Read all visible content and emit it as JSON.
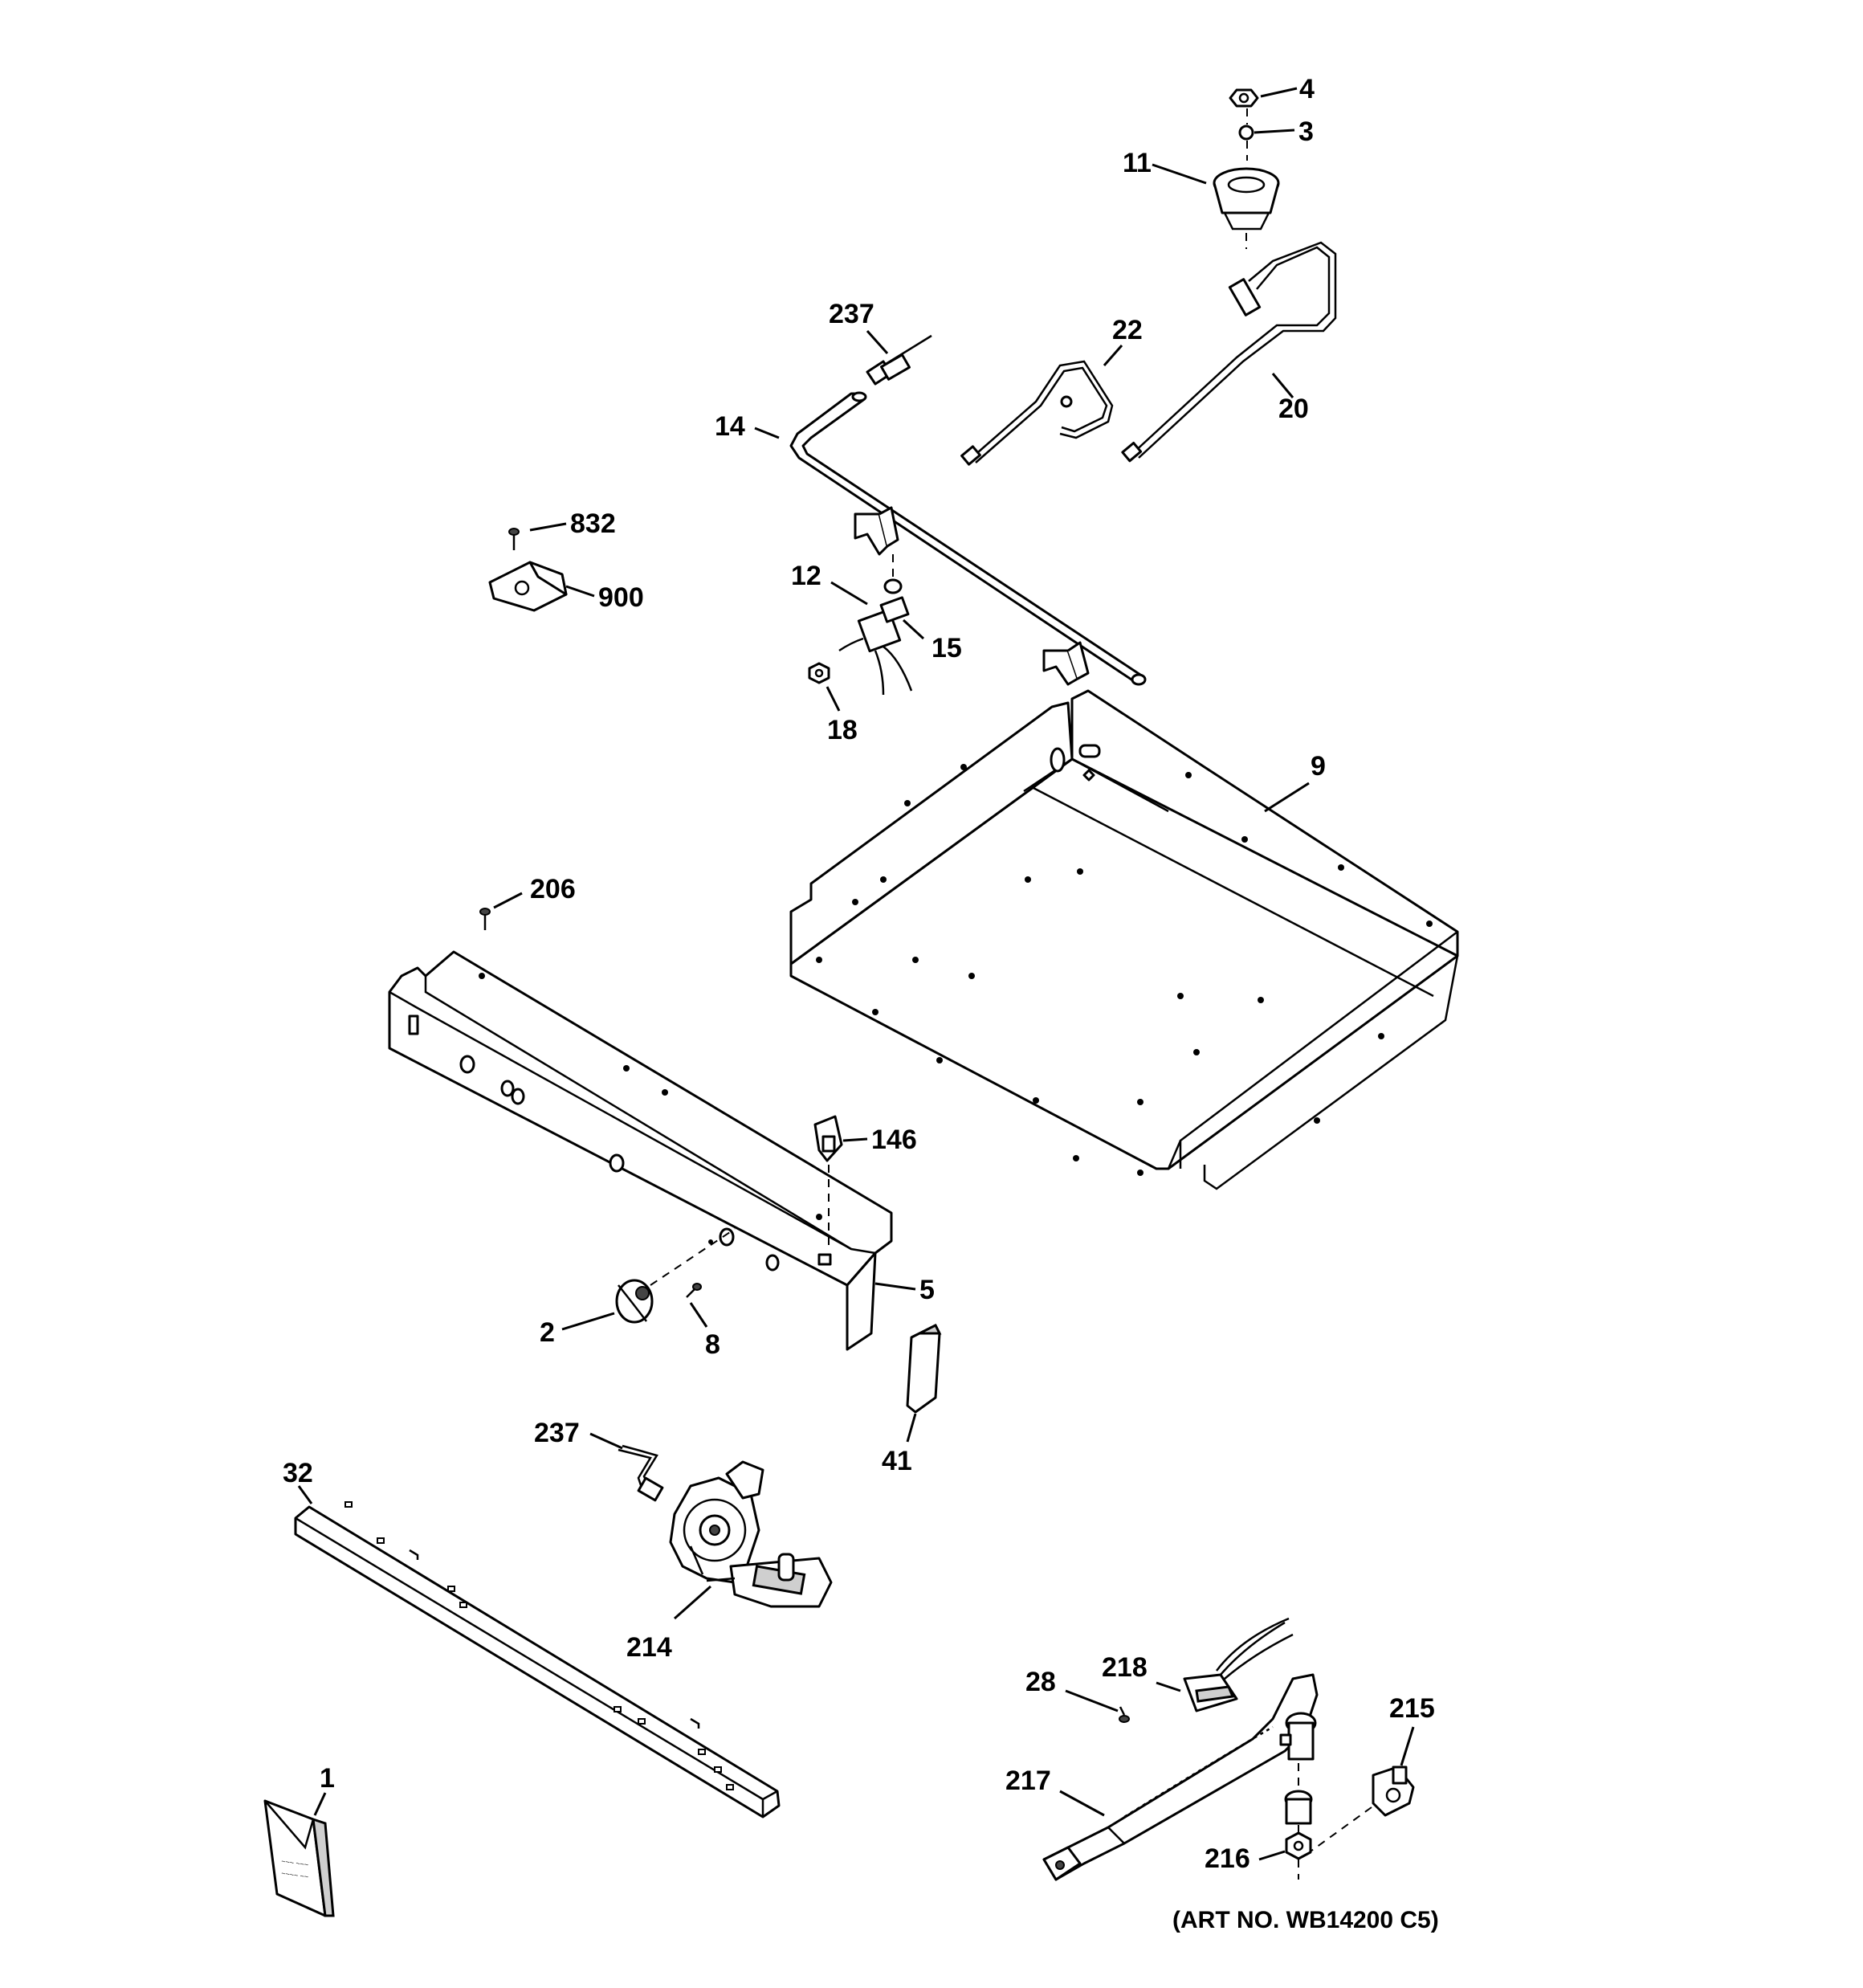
{
  "callouts": {
    "c4": "4",
    "c3": "3",
    "c11": "11",
    "c237a": "237",
    "c22": "22",
    "c20": "20",
    "c14": "14",
    "c832": "832",
    "c900": "900",
    "c12": "12",
    "c15": "15",
    "c18": "18",
    "c9": "9",
    "c206": "206",
    "c146": "146",
    "c5": "5",
    "c2": "2",
    "c8": "8",
    "c41": "41",
    "c237b": "237",
    "c32": "32",
    "c214": "214",
    "c218": "218",
    "c28": "28",
    "c215": "215",
    "c217": "217",
    "c216": "216",
    "c1": "1"
  },
  "art_number": "(ART NO. WB14200 C5)"
}
